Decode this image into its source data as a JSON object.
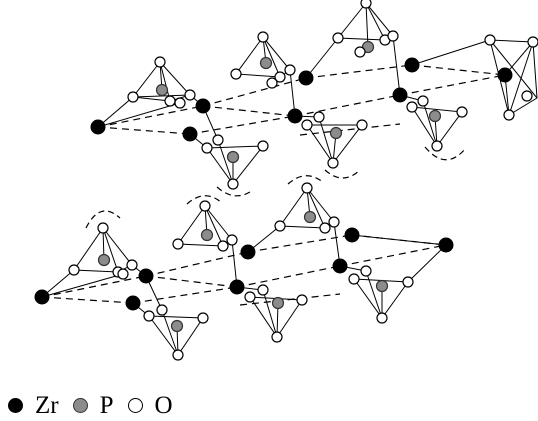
{
  "legend": [
    {
      "symbol": "Zr",
      "fill": "#000000",
      "stroke": "#000000"
    },
    {
      "symbol": "P",
      "fill": "#8c8c8c",
      "stroke": "#333333"
    },
    {
      "symbol": "O",
      "fill": "#ffffff",
      "stroke": "#000000"
    }
  ],
  "colors": {
    "line": "#000000",
    "background": "#ffffff"
  }
}
